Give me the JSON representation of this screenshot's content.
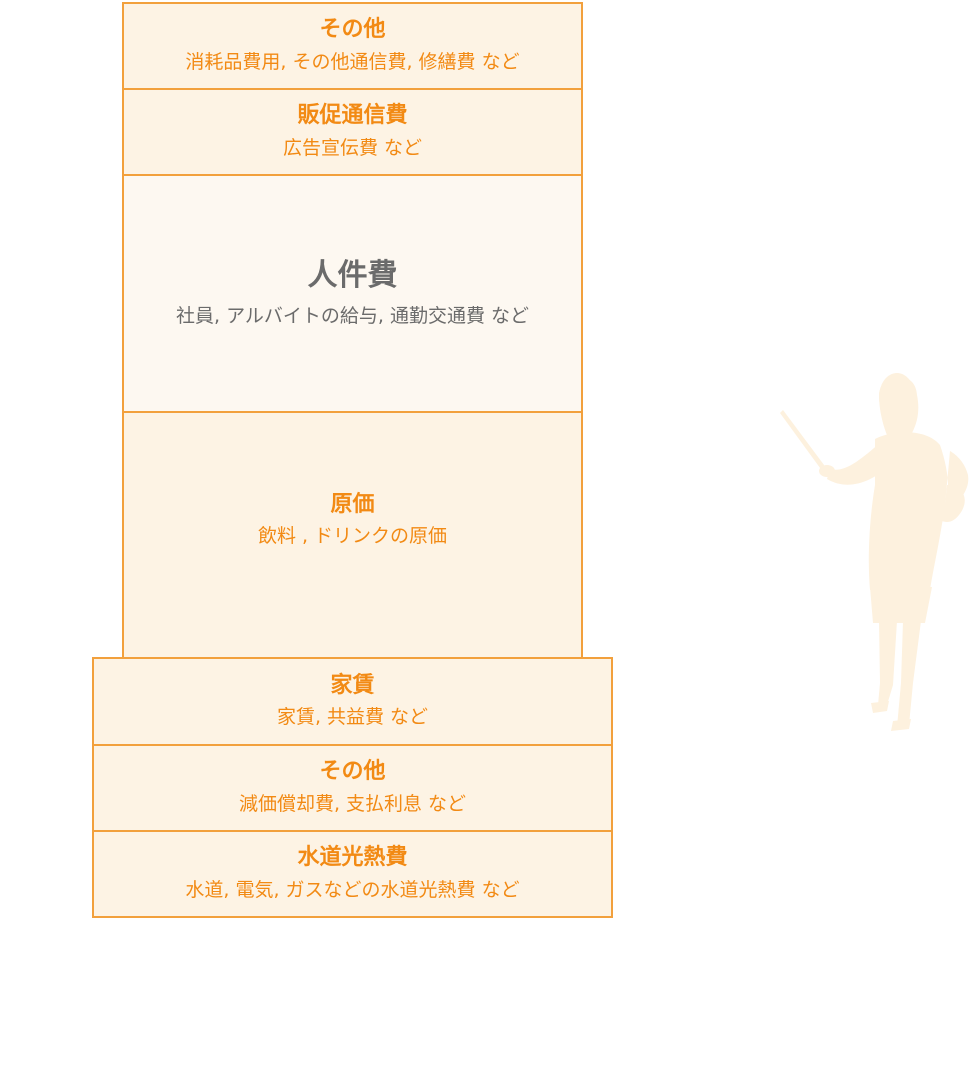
{
  "blocks": [
    {
      "title": "その他",
      "detail": "消耗品費用, その他通信費, 修繕費 など"
    },
    {
      "title": "販促通信費",
      "detail": "広告宣伝費 など"
    },
    {
      "title": "人件費",
      "detail": "社員, アルバイトの給与, 通勤交通費 など"
    },
    {
      "title": "原価",
      "detail": "飲料 , ドリンクの原価"
    },
    {
      "title": "家賃",
      "detail": "家賃, 共益費 など"
    },
    {
      "title": "その他",
      "detail": "減価償却費, 支払利息 など"
    },
    {
      "title": "水道光熱費",
      "detail": "水道, 電気, ガスなどの水道光熱費 など"
    }
  ],
  "colors": {
    "border": "#f2a03c",
    "accent_text": "#f28a14",
    "gray_text": "#6b6b6b",
    "fill": "#fdf3e4",
    "fill_light": "#fdf8f1",
    "figure": "#fdf1de"
  },
  "icons": [
    "presenter-silhouette-icon"
  ]
}
